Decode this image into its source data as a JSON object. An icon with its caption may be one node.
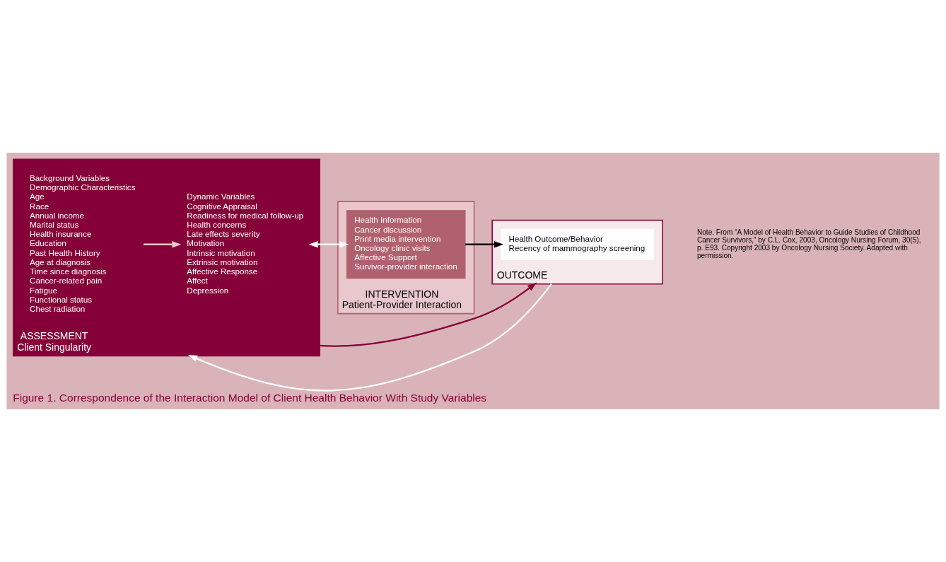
{
  "diagram": {
    "caption": "Figure 1. Correspondence of the Interaction Model of Client Health Behavior With Study Variables",
    "nodes": [
      {
        "text": [
          "ASSESSMENT",
          "Client Singularity"
        ]
      },
      {
        "text": [
          "Background Variables",
          "Demographic Characteristics",
          "Age",
          "Race",
          "Annual income",
          "Marital status",
          "Health insurance",
          "Education",
          "Past Health History",
          "Age at diagnosis",
          "Time since diagnosis",
          "Cancer-related pain",
          "Fatigue",
          "Functional status",
          "Chest radiation"
        ],
        "in": 0
      },
      {
        "text": [
          "Dynamic Variables",
          "Cognitive Appraisal",
          "Readiness for medical follow-up",
          "Health concerns",
          "Late effects severity",
          "Motivation",
          "Intrinsic motivation",
          "Extrinsic motivation",
          "Affective Response",
          "Affect",
          "Depression"
        ],
        "in": 0
      },
      {
        "text": [
          "INTERVENTION",
          "Patient-Provider Interaction"
        ]
      },
      {
        "text": [
          "Health Information",
          "Cancer discussion",
          "Print media intervention",
          "Oncology clinic visits",
          "Affective Support",
          "Survivor-provider interaction"
        ],
        "in": 3
      },
      {
        "text": [
          "OUTCOME"
        ]
      },
      {
        "text": [
          "Health Outcome/Behavior",
          "Recency of mammography screening"
        ],
        "in": 5
      }
    ],
    "edges": [
      {
        "from": 1,
        "to": 2,
        "arrow": "to",
        "color": "#f0c8c8"
      },
      {
        "from": 2,
        "to": 4,
        "arrow": "both",
        "color": "#ffffff"
      },
      {
        "from": 4,
        "to": 6,
        "arrow": "to",
        "color": "#000000"
      },
      {
        "from": 0,
        "to": 5,
        "arrow": "to",
        "color": "#850038"
      },
      {
        "from": 5,
        "to": 0,
        "arrow": "to",
        "color": "#ffffff"
      }
    ],
    "labels": [
      "Note. From “A Model of Health Behavior to Guide Studies of Childhood Cancer Survivors,” by C.L. Cox, 2003, Oncology Nursing Forum, 30(5), p. E93. Copyright 2003 by Oncology Nursing Society. Adapted with permission."
    ]
  }
}
